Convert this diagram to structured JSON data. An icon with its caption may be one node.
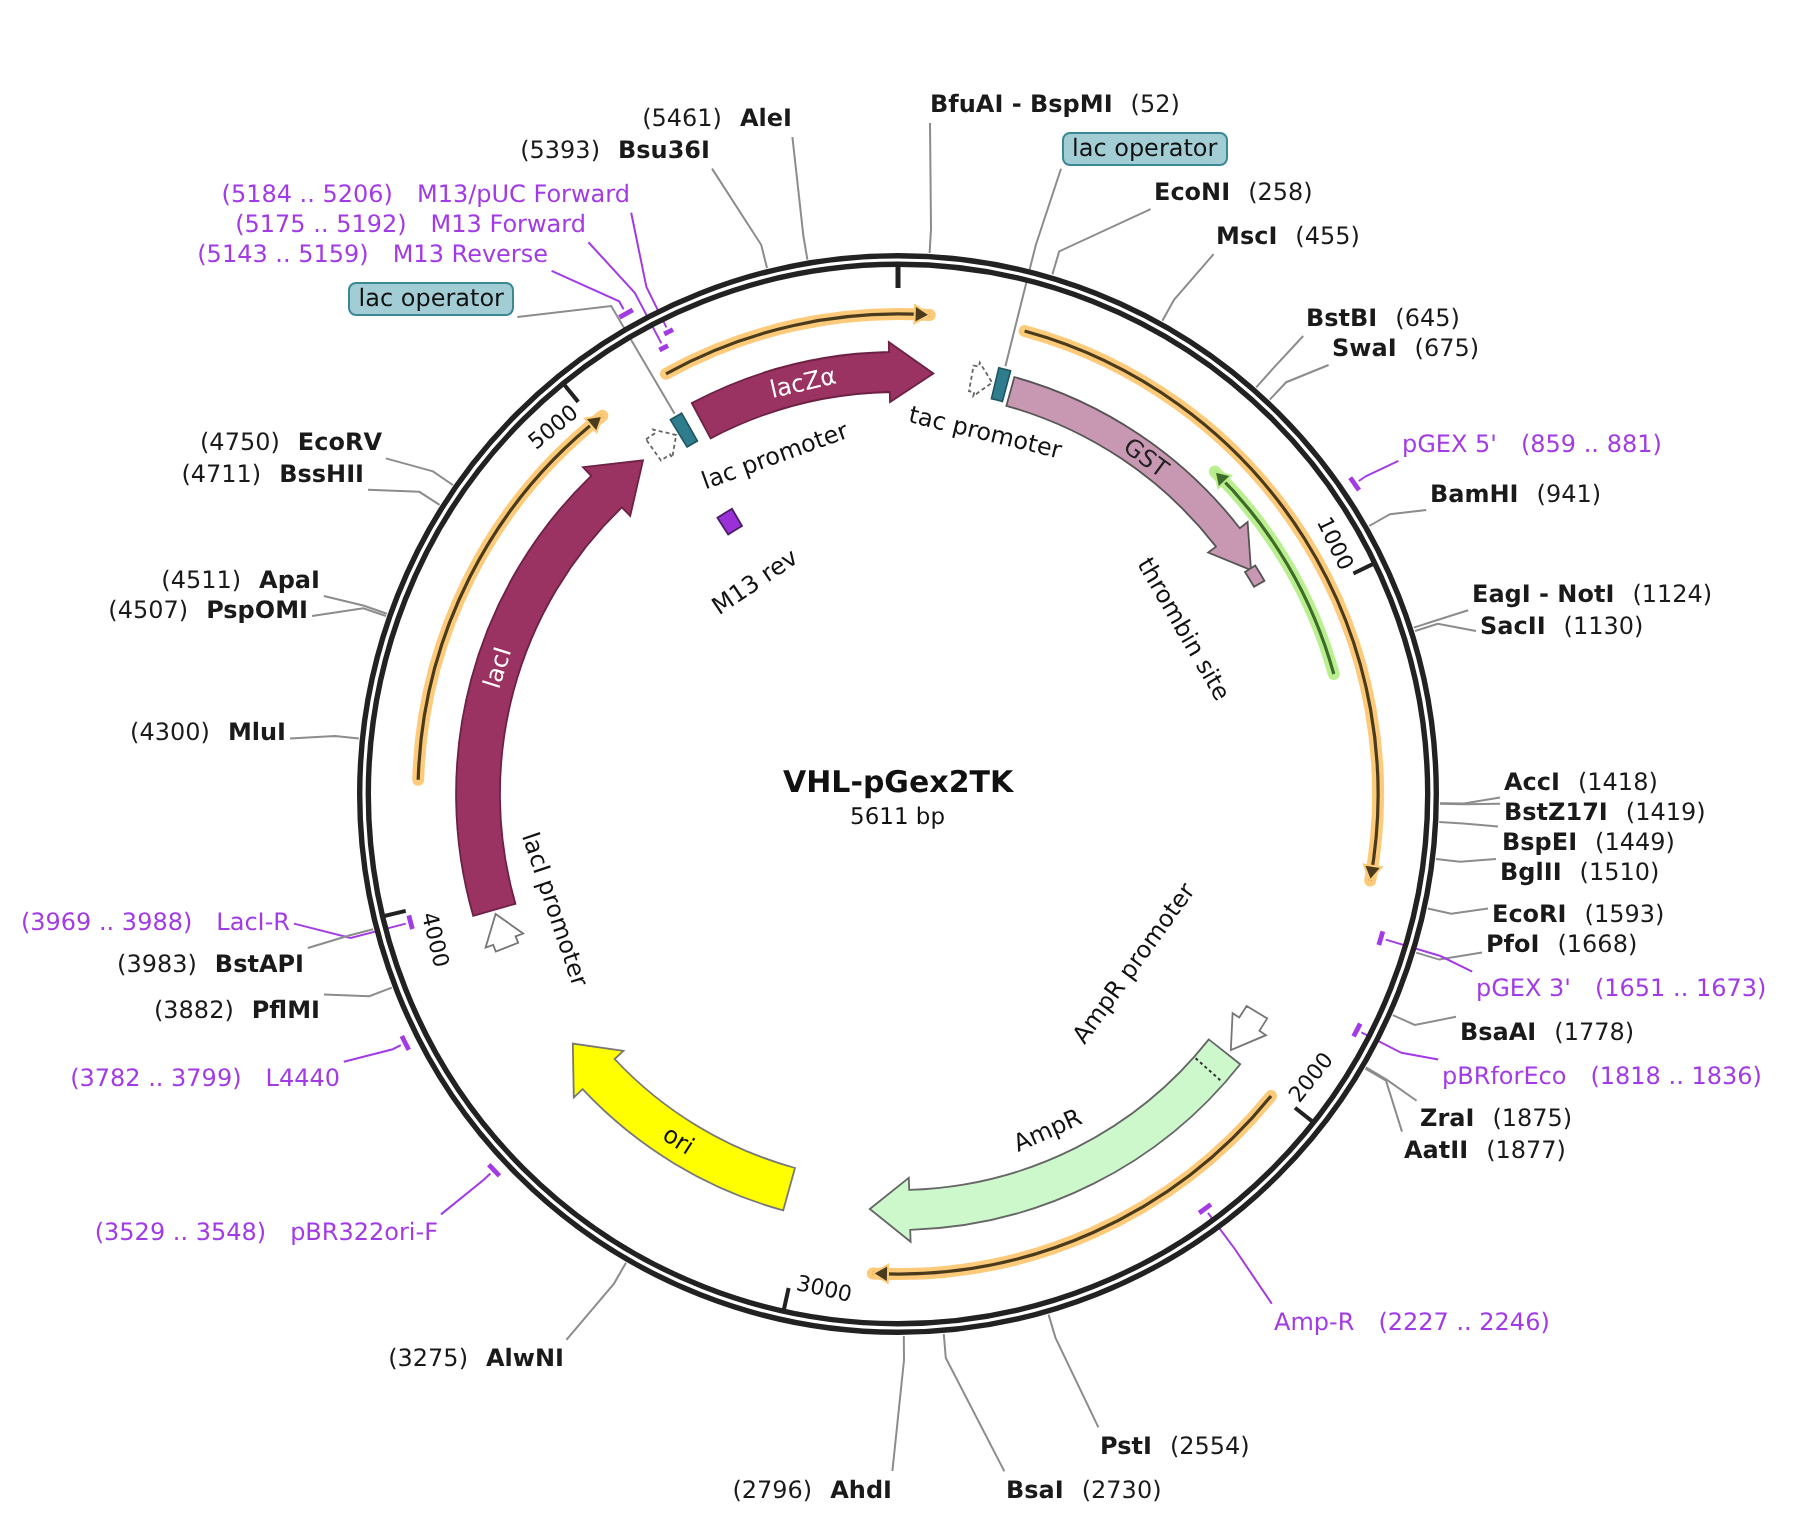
{
  "diagram": {
    "title": "VHL-pGex2TK",
    "nodes": [
      {
        "text": [
          "(5461)",
          "AleI"
        ]
      },
      {
        "text": [
          "(5393)",
          "Bsu36I"
        ]
      },
      {
        "text": [
          "BfuAI - BspMI",
          "(52)"
        ]
      },
      {
        "text": [
          "lac operator"
        ]
      },
      {
        "text": [
          "(5184 .. 5206)",
          "M13/pUC Forward"
        ]
      },
      {
        "text": [
          "EcoNI",
          "(258)"
        ]
      },
      {
        "text": [
          "(5175 .. 5192)",
          "M13 Forward"
        ]
      },
      {
        "text": [
          "MscI",
          "(455)"
        ]
      },
      {
        "text": [
          "(5143 .. 5159)",
          "M13 Reverse"
        ]
      },
      {
        "text": [
          "lac operator"
        ]
      },
      {
        "text": [
          "BstBI",
          "(645)"
        ]
      },
      {
        "text": [
          "SwaI",
          "(675)"
        ]
      },
      {
        "text": [
          "(4750)",
          "EcoRV"
        ]
      },
      {
        "text": [
          "pGEX 5'",
          "(859 .. 881)"
        ]
      },
      {
        "text": [
          "(4711)",
          "BssHII"
        ]
      },
      {
        "text": [
          "BamHI",
          "(941)"
        ]
      },
      {
        "text": [
          "(4511)",
          "ApaI"
        ]
      },
      {
        "text": [
          "EagI - NotI",
          "(1124)"
        ]
      },
      {
        "text": [
          "(4507)",
          "PspOMI"
        ]
      },
      {
        "text": [
          "SacII",
          "(1130)"
        ]
      },
      {
        "text": [
          "(4300)",
          "MluI"
        ]
      },
      {
        "text": [
          "AccI",
          "(1418)"
        ]
      },
      {
        "text": [
          "BstZ17I",
          "(1419)"
        ]
      },
      {
        "text": [
          "BspEI",
          "(1449)"
        ]
      },
      {
        "text": [
          "BglII",
          "(1510)"
        ]
      },
      {
        "text": [
          "(3969 .. 3988)",
          "LacI-R"
        ]
      },
      {
        "text": [
          "EcoRI",
          "(1593)"
        ]
      },
      {
        "text": [
          "(3983)",
          "BstAPI"
        ]
      },
      {
        "text": [
          "PfoI",
          "(1668)"
        ]
      },
      {
        "text": [
          "pGEX 3'",
          "(1651 .. 1673)"
        ]
      },
      {
        "text": [
          "(3882)",
          "PflMI"
        ]
      },
      {
        "text": [
          "BsaAI",
          "(1778)"
        ]
      },
      {
        "text": [
          "(3782 .. 3799)",
          "L4440"
        ]
      },
      {
        "text": [
          "pBRforEco",
          "(1818 .. 1836)"
        ]
      },
      {
        "text": [
          "ZraI",
          "(1875)"
        ]
      },
      {
        "text": [
          "AatII",
          "(1877)"
        ]
      },
      {
        "text": [
          "(3529 .. 3548)",
          "pBR322ori-F"
        ]
      },
      {
        "text": [
          "Amp-R",
          "(2227 .. 2246)"
        ]
      },
      {
        "text": [
          "(3275)",
          "AlwNI"
        ]
      },
      {
        "text": [
          "PstI",
          "(2554)"
        ]
      },
      {
        "text": [
          "(2796)",
          "AhdI"
        ]
      },
      {
        "text": [
          "BsaI",
          "(2730)"
        ]
      },
      {
        "text": [
          "lacZα"
        ]
      },
      {
        "text": [
          "tac promoter"
        ]
      },
      {
        "text": [],
        "shape": "box"
      },
      {
        "text": [
          "lac promoter"
        ]
      },
      {
        "text": [],
        "shape": "box"
      },
      {
        "text": [
          "GST"
        ]
      },
      {
        "text": [
          "M13 rev"
        ]
      },
      {
        "text": [
          "thrombin site"
        ]
      },
      {
        "text": [
          "lacI"
        ]
      },
      {
        "text": [
          "lacI promoter"
        ]
      },
      {
        "text": [
          "AmpR promoter"
        ]
      },
      {
        "text": [
          "AmpR"
        ]
      },
      {
        "text": [
          "ori"
        ]
      },
      {
        "text": [],
        "shape": "bar"
      },
      {
        "text": [],
        "shape": "bar"
      },
      {
        "text": [],
        "shape": "bar"
      },
      {
        "text": [],
        "shape": "bar"
      },
      {
        "text": [],
        "shape": "bar"
      },
      {
        "text": [],
        "shape": "bar"
      },
      {
        "text": [],
        "shape": "bar"
      },
      {
        "text": [],
        "shape": "bar"
      },
      {
        "text": [],
        "shape": "bar"
      },
      {
        "text": [],
        "shape": "bar"
      }
    ],
    "edges": [
      {
        "from": 0,
        "to": null,
        "arrow": "none"
      },
      {
        "from": 1,
        "to": null,
        "arrow": "none"
      },
      {
        "from": 2,
        "to": null,
        "arrow": "none"
      },
      {
        "from": 3,
        "to": 44,
        "arrow": "none"
      },
      {
        "from": 4,
        "to": 56,
        "arrow": "none",
        "color": "#a23be6"
      },
      {
        "from": 5,
        "to": null,
        "arrow": "none"
      },
      {
        "from": 6,
        "to": 57,
        "arrow": "none",
        "color": "#a23be6"
      },
      {
        "from": 7,
        "to": null,
        "arrow": "none"
      },
      {
        "from": 8,
        "to": 55,
        "arrow": "none",
        "color": "#a23be6"
      },
      {
        "from": 9,
        "to": 46,
        "arrow": "none"
      },
      {
        "from": 10,
        "to": null,
        "arrow": "none"
      },
      {
        "from": 11,
        "to": null,
        "arrow": "none"
      },
      {
        "from": 12,
        "to": null,
        "arrow": "none"
      },
      {
        "from": 13,
        "to": 58,
        "arrow": "none",
        "color": "#a23be6"
      },
      {
        "from": 14,
        "to": null,
        "arrow": "none"
      },
      {
        "from": 15,
        "to": null,
        "arrow": "none"
      },
      {
        "from": 16,
        "to": null,
        "arrow": "none"
      },
      {
        "from": 17,
        "to": null,
        "arrow": "none"
      },
      {
        "from": 18,
        "to": null,
        "arrow": "none"
      },
      {
        "from": 19,
        "to": null,
        "arrow": "none"
      },
      {
        "from": 20,
        "to": null,
        "arrow": "none"
      },
      {
        "from": 21,
        "to": null,
        "arrow": "none"
      },
      {
        "from": 22,
        "to": null,
        "arrow": "none"
      },
      {
        "from": 23,
        "to": null,
        "arrow": "none"
      },
      {
        "from": 24,
        "to": null,
        "arrow": "none"
      },
      {
        "from": 25,
        "to": 59,
        "arrow": "none",
        "color": "#a23be6"
      },
      {
        "from": 26,
        "to": null,
        "arrow": "none"
      },
      {
        "from": 27,
        "to": null,
        "arrow": "none"
      },
      {
        "from": 28,
        "to": null,
        "arrow": "none"
      },
      {
        "from": 29,
        "to": 60,
        "arrow": "none",
        "color": "#a23be6"
      },
      {
        "from": 30,
        "to": null,
        "arrow": "none"
      },
      {
        "from": 31,
        "to": null,
        "arrow": "none"
      },
      {
        "from": 32,
        "to": 62,
        "arrow": "none",
        "color": "#a23be6"
      },
      {
        "from": 33,
        "to": 61,
        "arrow": "none",
        "color": "#a23be6"
      },
      {
        "from": 34,
        "to": null,
        "arrow": "none"
      },
      {
        "from": 35,
        "to": null,
        "arrow": "none"
      },
      {
        "from": 36,
        "to": 63,
        "arrow": "none",
        "color": "#a23be6"
      },
      {
        "from": 37,
        "to": 64,
        "arrow": "none",
        "color": "#a23be6"
      },
      {
        "from": 38,
        "to": null,
        "arrow": "none"
      },
      {
        "from": 39,
        "to": null,
        "arrow": "none"
      },
      {
        "from": 40,
        "to": null,
        "arrow": "none"
      },
      {
        "from": 41,
        "to": null,
        "arrow": "none"
      }
    ],
    "labels": [
      "5000",
      "1000",
      "5611 bp",
      "4000",
      "2000",
      "3000"
    ]
  }
}
